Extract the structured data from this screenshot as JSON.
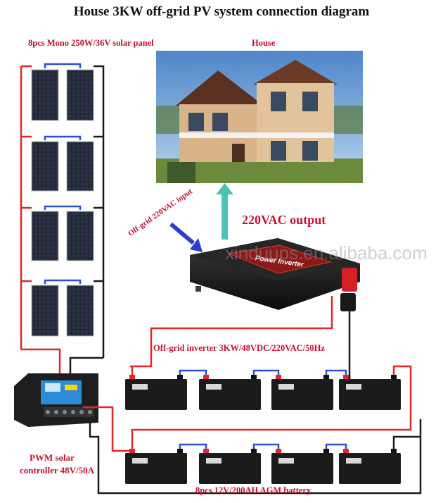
{
  "title": "House 3KW off-grid PV system connection diagram",
  "labels": {
    "solar_panels": "8pcs Mono 250W/36V solar panel",
    "house": "House",
    "ac_output": "220VAC output",
    "grid_input": "Off-grid 220VAC input",
    "inverter": "Off-grid inverter 3KW/48VDC/220VAC/50Hz",
    "controller_line1": "PWM solar",
    "controller_line2": "controller 48V/50A",
    "batteries": "8pcs 12V/200AH AGM  battery"
  },
  "inverter_brand": "Power Inverter",
  "watermark": "xinduups.en.alibaba.com",
  "colors": {
    "positive_wire": "#e3262b",
    "negative_wire": "#1a1a1a",
    "series_link": "#2b4fd8",
    "label_red": "#c8102e",
    "output_arrow": "#4cc3b8",
    "input_arrow": "#2a3fd0"
  }
}
